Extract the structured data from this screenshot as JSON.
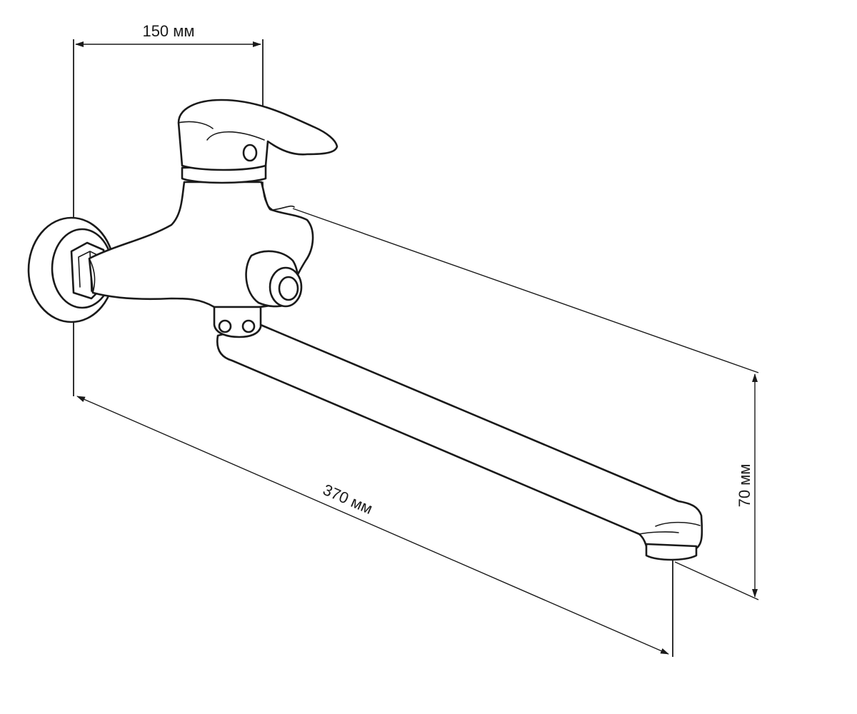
{
  "dimensions": {
    "top_width": "150 мм",
    "spout_length": "370 мм",
    "height": "70 мм"
  }
}
